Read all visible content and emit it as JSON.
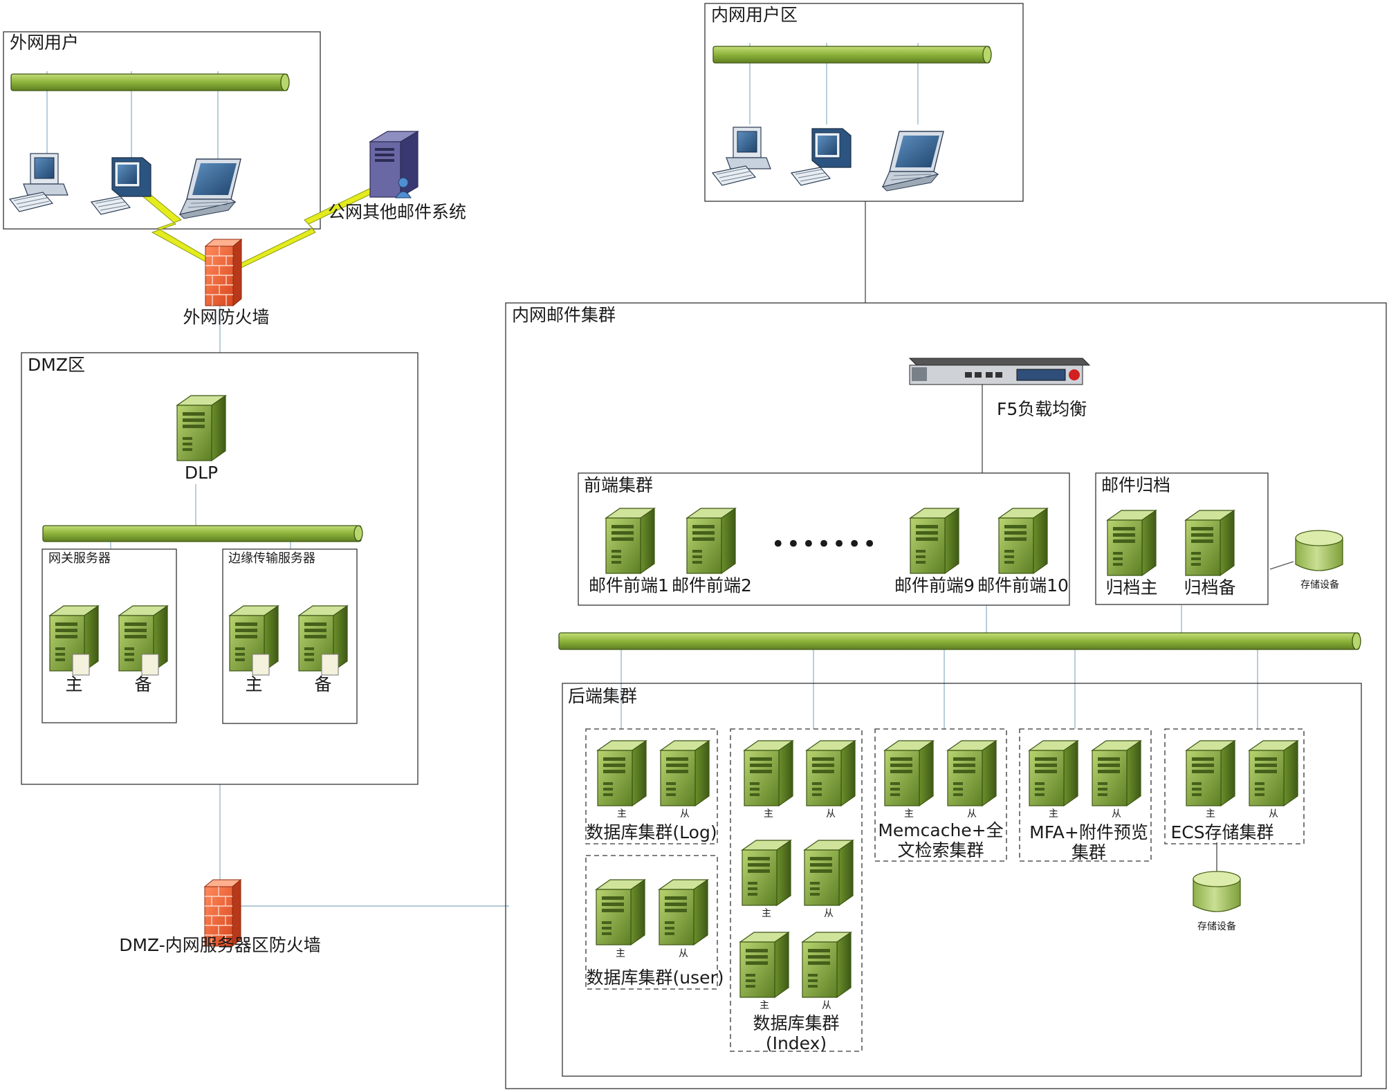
{
  "zones": {
    "external_users": "外网用户",
    "intranet_users": "内网用户区",
    "dmz": "DMZ区",
    "gateway_servers": "网关服务器",
    "edge_transfer_servers": "边缘传输服务器",
    "intranet_mail_cluster": "内网邮件集群",
    "frontend_cluster": "前端集群",
    "mail_archive": "邮件归档",
    "backend_cluster": "后端集群"
  },
  "devices": {
    "public_mail_systems": "公网其他邮件系统",
    "external_firewall": "外网防火墙",
    "dlp": "DLP",
    "dmz_internal_firewall": "DMZ-内网服务器区防火墙",
    "f5_load_balancer": "F5负载均衡",
    "storage_device": "存储设备"
  },
  "dmz_nodes": {
    "primary": "主",
    "backup": "备"
  },
  "frontend_nodes": [
    "邮件前端1",
    "邮件前端2",
    "邮件前端9",
    "邮件前端10"
  ],
  "frontend_ellipsis": "•••••••",
  "archive_nodes": [
    "归档主",
    "归档备"
  ],
  "backend": {
    "primary": "主",
    "secondary": "从",
    "groups": {
      "db_log": "数据库集群(Log)",
      "db_user": "数据库集群(user)",
      "db_index": "数据库集群(Index)",
      "memcache": "Memcache+全文检索集群",
      "mfa": "MFA+附件预览集群",
      "ecs": "ECS存储集群"
    }
  },
  "colors": {
    "bus_green": "#8db33a",
    "server_green": "#7ea63a",
    "firewall_orange": "#f0663a",
    "link_blue": "#9ab8cc",
    "lightning_yellow": "#e4ec1e"
  }
}
